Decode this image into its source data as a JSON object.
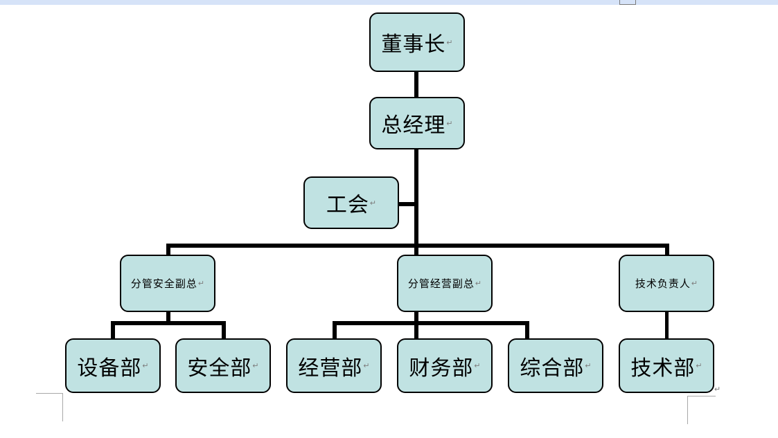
{
  "document": {
    "top_band_color": "#d6e3f8",
    "page_background": "#ffffff",
    "margin_mark_color": "#a8a8a8"
  },
  "chart_style": {
    "node_fill": "#c0e2e2",
    "node_border": "#000000",
    "connector_color": "#000000",
    "paragraph_mark": "↵"
  },
  "org_chart": {
    "title": "",
    "levels": [
      {
        "level": 1,
        "nodes": [
          {
            "id": "chairman",
            "label": "董事长",
            "mark": "↵"
          }
        ]
      },
      {
        "level": 2,
        "nodes": [
          {
            "id": "general-manager",
            "label": "总经理",
            "mark": "↵"
          }
        ]
      },
      {
        "level": 3,
        "nodes": [
          {
            "id": "labor-union",
            "label": "工会",
            "mark": "↵"
          }
        ]
      },
      {
        "level": 4,
        "nodes": [
          {
            "id": "vp-safety",
            "label": "分管安全副总",
            "mark": "↵"
          },
          {
            "id": "vp-operations",
            "label": "分管经营副总",
            "mark": "↵"
          },
          {
            "id": "technical-director",
            "label": "技术负责人",
            "mark": "↵"
          }
        ]
      },
      {
        "level": 5,
        "nodes": [
          {
            "id": "equipment-dept",
            "label": "设备部",
            "mark": "↵"
          },
          {
            "id": "safety-dept",
            "label": "安全部",
            "mark": "↵"
          },
          {
            "id": "operations-dept",
            "label": "经营部",
            "mark": "↵"
          },
          {
            "id": "finance-dept",
            "label": "财务部",
            "mark": "↵"
          },
          {
            "id": "general-affairs-dept",
            "label": "综合部",
            "mark": "↵"
          },
          {
            "id": "technical-dept",
            "label": "技术部",
            "mark": "↵"
          }
        ]
      }
    ],
    "relationships": [
      {
        "from": "chairman",
        "to": "general-manager"
      },
      {
        "from": "general-manager",
        "to": "labor-union"
      },
      {
        "from": "general-manager",
        "to": "vp-safety"
      },
      {
        "from": "general-manager",
        "to": "vp-operations"
      },
      {
        "from": "general-manager",
        "to": "technical-director"
      },
      {
        "from": "vp-safety",
        "to": "equipment-dept"
      },
      {
        "from": "vp-safety",
        "to": "safety-dept"
      },
      {
        "from": "vp-operations",
        "to": "operations-dept"
      },
      {
        "from": "vp-operations",
        "to": "finance-dept"
      },
      {
        "from": "vp-operations",
        "to": "general-affairs-dept"
      },
      {
        "from": "technical-director",
        "to": "technical-dept"
      }
    ]
  },
  "stray_marks": [
    {
      "id": "trailing-paragraph-mark",
      "glyph": "↵"
    }
  ]
}
